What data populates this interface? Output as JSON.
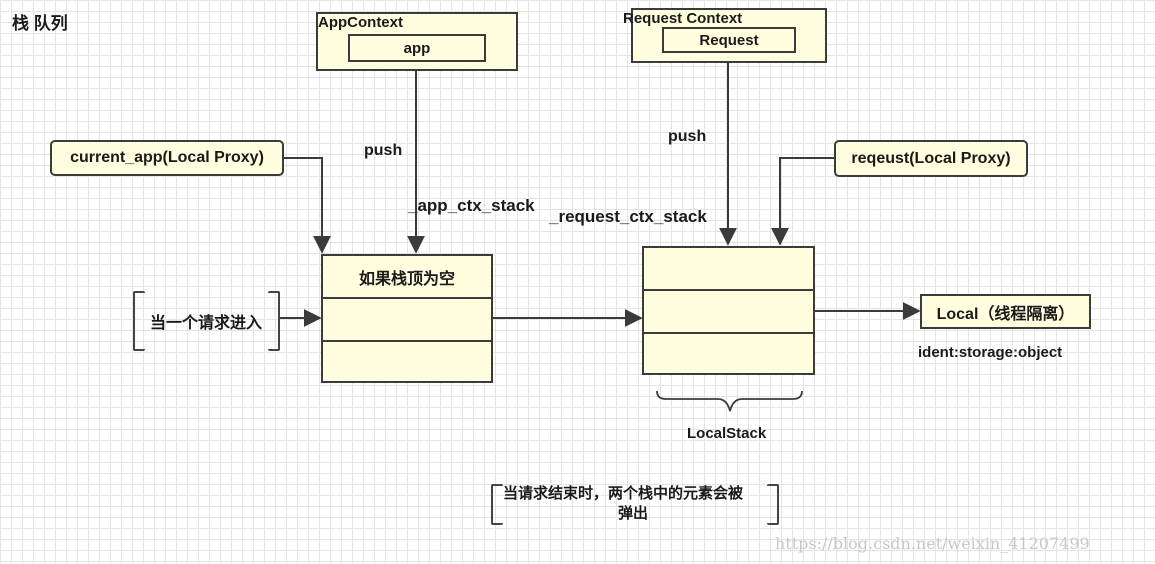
{
  "title": "栈 队列",
  "app_context": {
    "title": "AppContext",
    "inner": "app"
  },
  "request_context": {
    "title": "Request Context",
    "inner": "Request"
  },
  "push_left": "push",
  "push_right": "push",
  "app_ctx_stack_label": "_app_ctx_stack",
  "request_ctx_stack_label": "_request_ctx_stack",
  "current_app_proxy": "current_app(Local Proxy)",
  "request_proxy": "reqeust(Local Proxy)",
  "left_stack": {
    "cells": [
      "如果栈顶为空",
      "",
      ""
    ]
  },
  "right_stack": {
    "cells": [
      "",
      "",
      ""
    ]
  },
  "request_enter": "当一个请求进入",
  "local_box": "Local（线程隔离）",
  "ident_note": "ident:storage:object",
  "localstack_label": "LocalStack",
  "end_note_line1": "当请求结束时，两个栈中的元素会被",
  "end_note_line2": "弹出",
  "watermark": "https://blog.csdn.net/weixin_41207499",
  "colors": {
    "box_fill": "#ffffe0",
    "border": "#3b3b3b",
    "grid": "#e4e4e4"
  }
}
